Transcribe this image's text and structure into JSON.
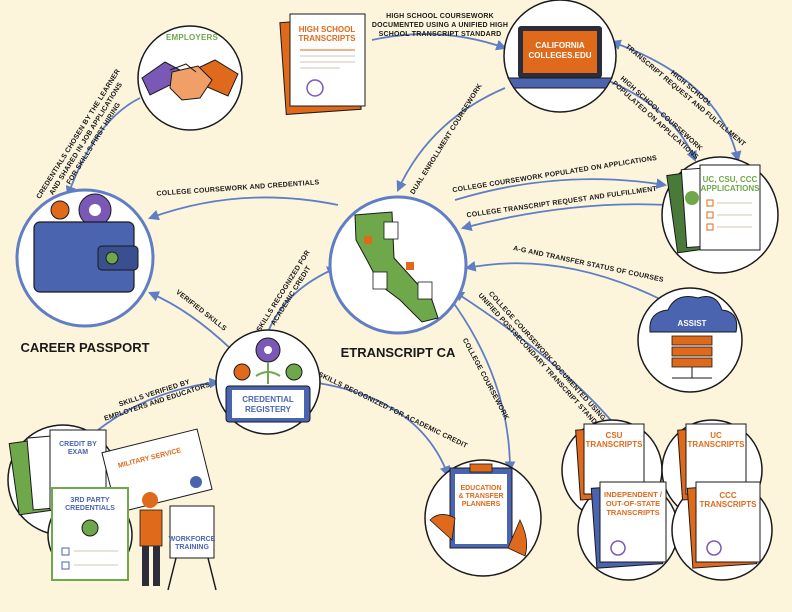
{
  "nodes": {
    "employers": "EMPLOYERS",
    "high_school_transcripts": [
      "HIGH SCHOOL",
      "TRANSCRIPTS"
    ],
    "california_colleges": [
      "CALIFORNIA",
      "COLLEGES.EDU"
    ],
    "applications": [
      "UC, CSU, CCC",
      "APPLICATIONS"
    ],
    "career_passport": "CAREER PASSPORT",
    "etranscript": "ETRANSCRIPT CA",
    "assist": "ASSIST",
    "credential_registry": [
      "CREDENTIAL",
      "REGISTERY"
    ],
    "planners": [
      "EDUCATION",
      "& TRANSFER",
      "PLANNERS"
    ],
    "credit_by_exam": [
      "CREDIT BY",
      "EXAM"
    ],
    "military_service": "MILITARY SERVICE",
    "third_party": [
      "3RD PARTY",
      "CREDENTIALS"
    ],
    "workforce_training": [
      "WORKFORCE",
      "TRAINING"
    ],
    "csu_transcripts": [
      "CSU",
      "TRANSCRIPTS"
    ],
    "uc_transcripts": [
      "UC",
      "TRANSCRIPTS"
    ],
    "independent_transcripts": [
      "INDEPENDENT /",
      "OUT-OF-STATE",
      "TRANSCRIPTS"
    ],
    "ccc_transcripts": [
      "CCC",
      "TRANSCRIPTS"
    ]
  },
  "edge_labels": {
    "hs_to_cc": [
      "HIGH SCHOOL COURSEWORK",
      "DOCUMENTED USING A UNIFIED HIGH",
      "SCHOOL TRANSCRIPT STANDARD"
    ],
    "hs_request": [
      "HIGH SCHOOL",
      "TRANSCRIPT REQUEST AND FULFILLMENT"
    ],
    "hs_populated": [
      "HIGH SCHOOL COURSEWORK",
      "POPULATED ON APPLICATIONS"
    ],
    "dual_enrollment": "DUAL ENROLLMENT COURSEWORK",
    "college_populated": "COLLEGE COURSEWORK POPULATED ON APPLICATIONS",
    "college_request": "COLLEGE TRANSCRIPT REQUEST AND FULFILLMENT",
    "ag_transfer": "A-G AND TRANSFER STATUS OF COURSES",
    "college_credentials": "COLLEGE COURSEWORK AND CREDENTIALS",
    "employers_link": [
      "CREDENTIALS CHOSEN BY THE LEARNER",
      "AND SHARED IN JOB APPLICATIONS",
      "FOR SKILLS-FIRST HIRING"
    ],
    "verified_skills": "VERIFIED SKILLS",
    "skills_recognized_up": [
      "SKILLS RECOGNIZED FOR",
      "ACADEMIC CREDIT"
    ],
    "skills_verified": [
      "SKILLS VERIFIED BY",
      "EMPLOYERS AND EDUCATORS"
    ],
    "skills_recognized_down": "SKILLS RECOGNIZED FOR ACADEMIC CREDIT",
    "college_coursework": "COLLEGE COURSEWORK",
    "unified_postsecondary": [
      "COLLEGE COURSEWORK DOCUMENTED USING A",
      "UNIFIED POSTSECONDARY TRANSCRIPT STANDARD"
    ]
  },
  "colors": {
    "background": "#fdf4dc",
    "arrow": "#5f7ec4",
    "orange": "#e06a1b",
    "purple": "#7a58b5",
    "green": "#6ea84a",
    "blue": "#4a64b0"
  }
}
